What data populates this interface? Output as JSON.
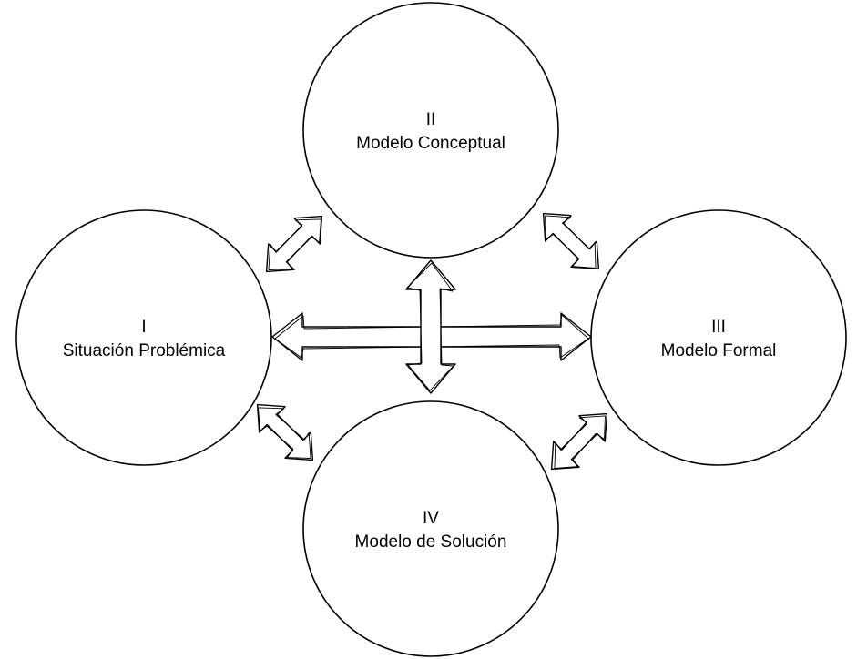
{
  "nodes": [
    {
      "id": "I",
      "numeral": "I",
      "label": "Situación Problémica"
    },
    {
      "id": "II",
      "numeral": "II",
      "label": "Modelo Conceptual"
    },
    {
      "id": "III",
      "numeral": "III",
      "label": "Modelo Formal"
    },
    {
      "id": "IV",
      "numeral": "IV",
      "label": "Modelo de Solución"
    }
  ],
  "connections": [
    {
      "from": "I",
      "to": "II",
      "style": "double-headed-arrow"
    },
    {
      "from": "II",
      "to": "III",
      "style": "double-headed-arrow"
    },
    {
      "from": "III",
      "to": "IV",
      "style": "double-headed-arrow"
    },
    {
      "from": "IV",
      "to": "I",
      "style": "double-headed-arrow"
    },
    {
      "from": "I",
      "to": "III",
      "style": "double-headed-arrow"
    },
    {
      "from": "II",
      "to": "IV",
      "style": "double-headed-arrow"
    }
  ],
  "colors": {
    "stroke": "#000000",
    "fill": "#ffffff",
    "text": "#000000"
  }
}
